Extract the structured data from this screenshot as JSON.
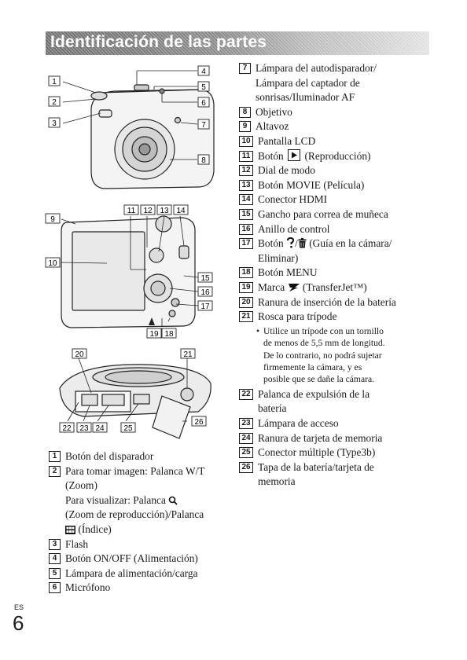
{
  "header": {
    "title": "Identificación de las partes"
  },
  "figures": {
    "front_labels": [
      "1",
      "2",
      "3",
      "4",
      "5",
      "6",
      "7",
      "8"
    ],
    "back_labels": [
      "9",
      "10",
      "11",
      "12",
      "13",
      "14",
      "15",
      "16",
      "17",
      "18",
      "19"
    ],
    "bottom_labels": [
      "20",
      "21",
      "22",
      "23",
      "24",
      "25",
      "26"
    ]
  },
  "left_items": [
    {
      "num": "1",
      "lines": [
        "Botón del disparador"
      ]
    },
    {
      "num": "2",
      "lines": [
        "Para tomar imagen: Palanca W/T",
        "(Zoom)",
        "Para visualizar: Palanca",
        "(Zoom de reproducción)/Palanca",
        "(Índice)"
      ]
    },
    {
      "num": "3",
      "lines": [
        "Flash"
      ]
    },
    {
      "num": "4",
      "lines": [
        "Botón ON/OFF (Alimentación)"
      ]
    },
    {
      "num": "5",
      "lines": [
        "Lámpara de alimentación/carga"
      ]
    },
    {
      "num": "6",
      "lines": [
        "Micrófono"
      ]
    }
  ],
  "right_items": [
    {
      "num": "7",
      "lines": [
        "Lámpara del autodisparador/",
        "Lámpara del captador de",
        "sonrisas/Iluminador AF"
      ]
    },
    {
      "num": "8",
      "lines": [
        "Objetivo"
      ]
    },
    {
      "num": "9",
      "lines": [
        "Altavoz"
      ]
    },
    {
      "num": "10",
      "lines": [
        "Pantalla LCD"
      ]
    },
    {
      "num": "11",
      "pre": "Botón",
      "post": "(Reproducción)"
    },
    {
      "num": "12",
      "lines": [
        "Dial de modo"
      ]
    },
    {
      "num": "13",
      "lines": [
        "Botón MOVIE (Película)"
      ]
    },
    {
      "num": "14",
      "lines": [
        "Conector HDMI"
      ]
    },
    {
      "num": "15",
      "lines": [
        "Gancho para correa de muñeca"
      ]
    },
    {
      "num": "16",
      "lines": [
        "Anillo de control"
      ]
    },
    {
      "num": "17",
      "pre": "Botón",
      "post": "(Guía en la cámara/",
      "lines": [
        "Eliminar)"
      ]
    },
    {
      "num": "18",
      "lines": [
        "Botón MENU"
      ]
    },
    {
      "num": "19",
      "pre": "Marca",
      "post": "(TransferJet™)"
    },
    {
      "num": "20",
      "lines": [
        "Ranura de inserción de la batería"
      ]
    },
    {
      "num": "21",
      "lines": [
        "Rosca para trípode"
      ]
    },
    {
      "num": "22",
      "lines": [
        "Palanca de expulsión de la",
        "batería"
      ]
    },
    {
      "num": "23",
      "lines": [
        "Lámpara de acceso"
      ]
    },
    {
      "num": "24",
      "lines": [
        "Ranura de tarjeta de memoria"
      ]
    },
    {
      "num": "25",
      "lines": [
        "Conector múltiple (Type3b)"
      ]
    },
    {
      "num": "26",
      "lines": [
        "Tapa de la batería/tarjeta de",
        "memoria"
      ]
    }
  ],
  "note_21": {
    "lines": [
      "Utilice un trípode con un tornillo",
      "de menos de 5,5 mm de longitud.",
      "De lo contrario, no podrá sujetar",
      "firmemente la cámara, y es",
      "posible que se dañe la cámara."
    ]
  },
  "footer": {
    "lang": "ES",
    "page": "6"
  }
}
